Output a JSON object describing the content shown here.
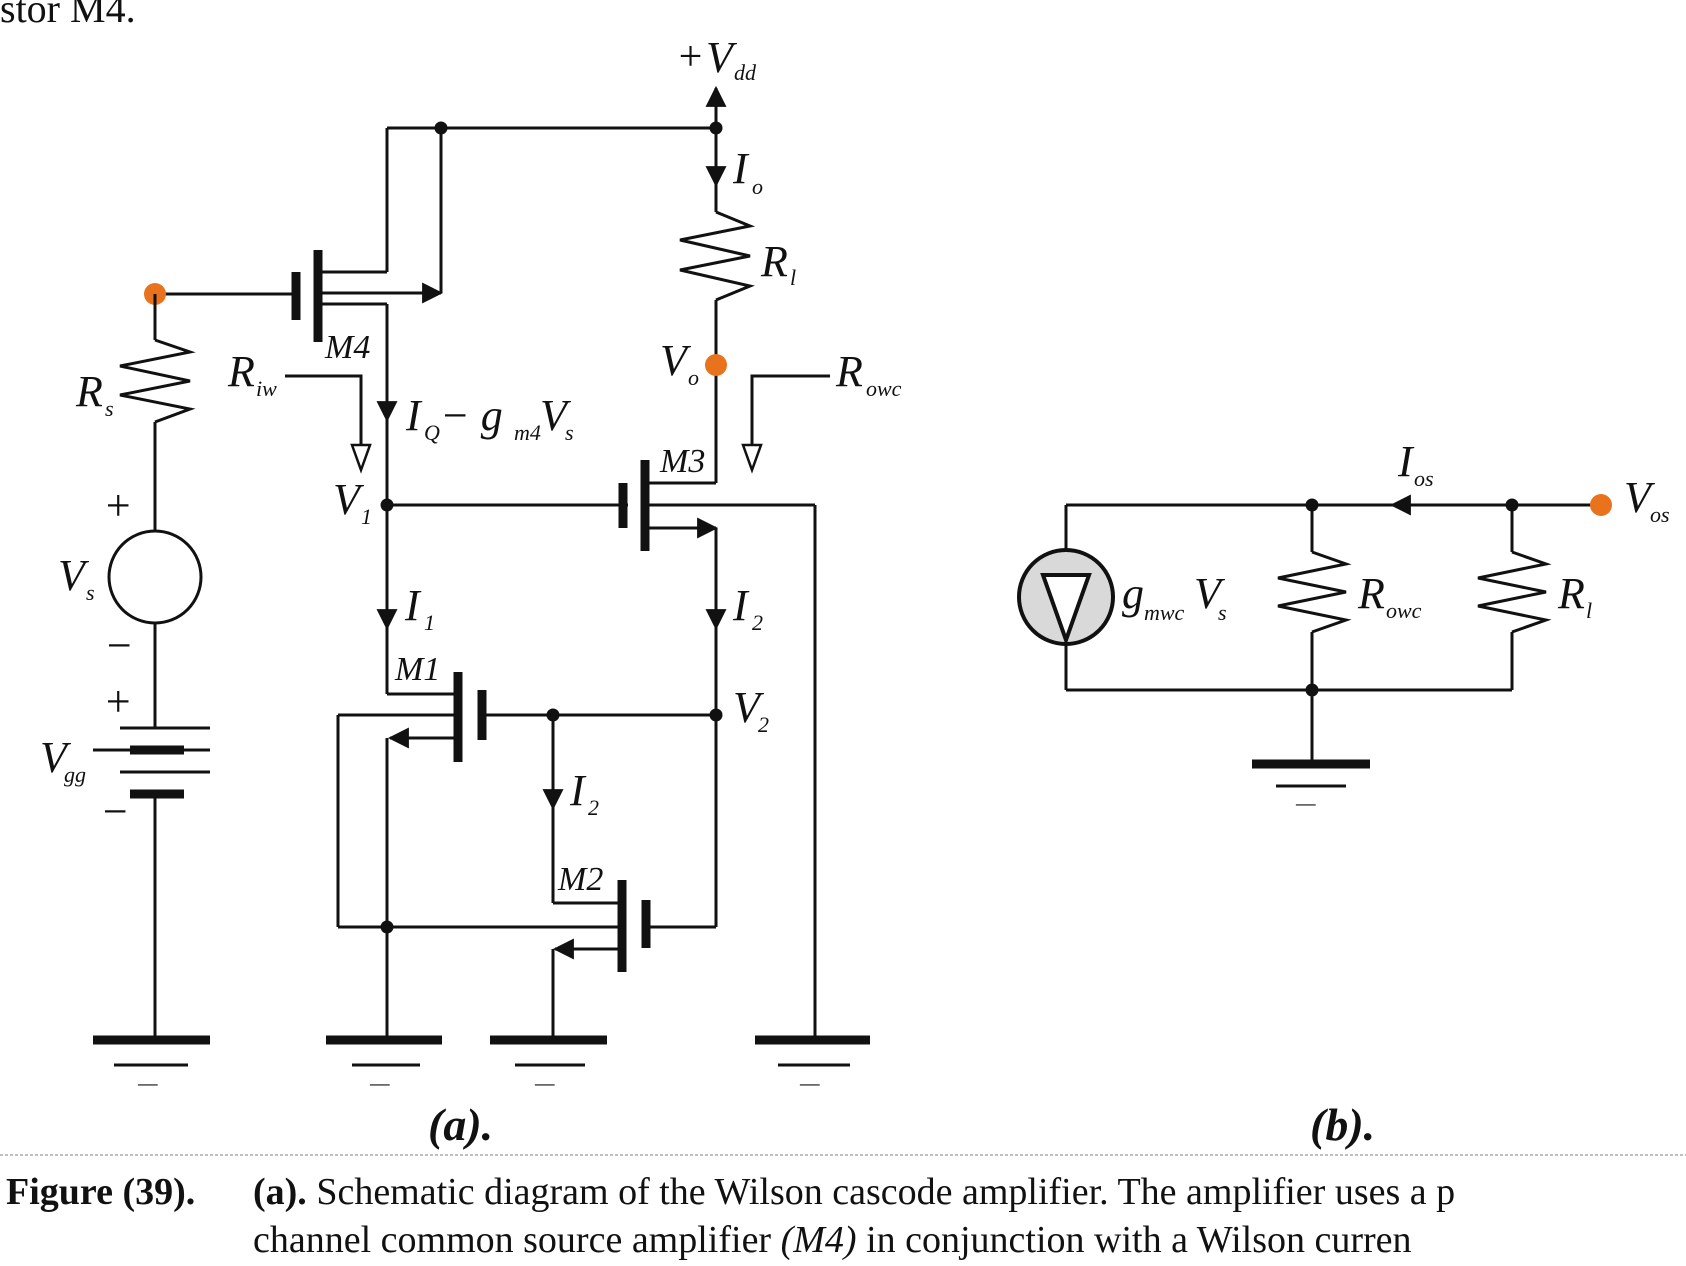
{
  "top_text": "stor M4.",
  "labels": {
    "vdd_plus": "+",
    "vdd_main": "V",
    "vdd_sub": "dd",
    "io_main": "I",
    "io_sub": "o",
    "rl_main": "R",
    "rl_sub": "l",
    "vo_main": "V",
    "vo_sub": "o",
    "rowc_main": "R",
    "rowc_sub": "owc",
    "m4": "M4",
    "m3": "M3",
    "m1": "M1",
    "m2": "M2",
    "rs_main": "R",
    "rs_sub": "s",
    "riw_main": "R",
    "riw_sub": "iw",
    "iq_expr_1": "I",
    "iq_sub": "Q",
    "iq_expr_2": " − g",
    "gm4_sub": "m4",
    "iq_expr_3": "V",
    "vs_sub_small": "s",
    "v1_main": "V",
    "v1_sub": "1",
    "plus_vs": "+",
    "vs_main": "V",
    "vs_sub": "s",
    "minus_vs": "−",
    "plus_vgg": "+",
    "vgg_main": "V",
    "vgg_sub": "gg",
    "minus_vgg": "−",
    "i1_main": "I",
    "i1_sub": "1",
    "i2a_main": "I",
    "i2a_sub": "2",
    "v2_main": "V",
    "v2_sub": "2",
    "i2b_main": "I",
    "i2b_sub": "2",
    "ios_main": "I",
    "ios_sub": "os",
    "vos_main": "V",
    "vos_sub": "os",
    "gmwc_main": "g",
    "gmwc_sub": "mwc",
    "gmwc_v": "V",
    "gmwc_vsub": "s",
    "rowc_b_main": "R",
    "rowc_b_sub": "owc",
    "rl_b_main": "R",
    "rl_b_sub": "l",
    "ground_mark": "—",
    "part_a": "(a).",
    "part_b": "(b)."
  },
  "caption": {
    "figure_number": "Figure (39).",
    "line1_bold": "(a).",
    "line1_text": " Schematic diagram of the Wilson cascode amplifier.  The amplifier uses a p",
    "line2_a": "channel common source amplifier ",
    "line2_italic": "(M4)",
    "line2_b": " in conjunction with a Wilson curren"
  },
  "colors": {
    "wire": "#111111",
    "terminal": "#e8731c",
    "source_fill": "#d9d9d9"
  }
}
